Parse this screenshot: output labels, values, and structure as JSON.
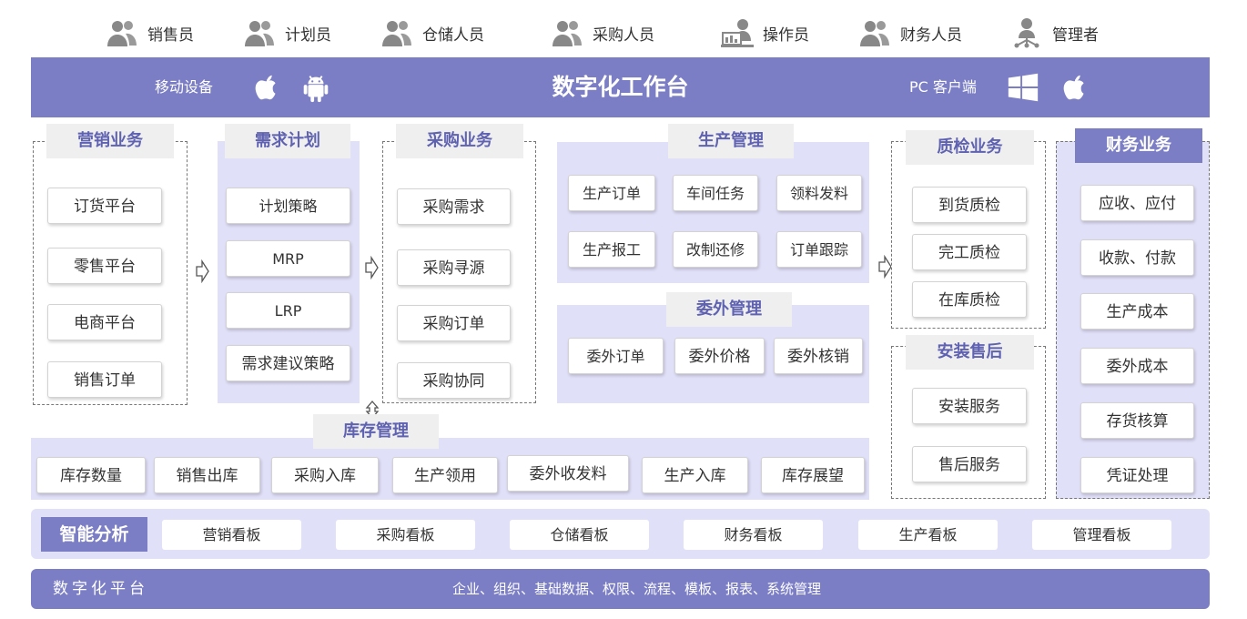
{
  "roles": [
    "销售员",
    "计划员",
    "仓储人员",
    "采购人员",
    "操作员",
    "财务人员",
    "管理者"
  ],
  "workbench": {
    "title": "数字化工作台",
    "mobile_label": "移动设备",
    "pc_label": "PC 客户端",
    "icons": [
      "apple-icon",
      "android-icon",
      "windows-icon",
      "apple-icon"
    ]
  },
  "marketing": {
    "title": "营销业务",
    "items": [
      "订货平台",
      "零售平台",
      "电商平台",
      "销售订单"
    ]
  },
  "demand": {
    "title": "需求计划",
    "items": [
      "计划策略",
      "MRP",
      "LRP",
      "需求建议策略"
    ]
  },
  "purchase": {
    "title": "采购业务",
    "items": [
      "采购需求",
      "采购寻源",
      "采购订单",
      "采购协同"
    ]
  },
  "production": {
    "title": "生产管理",
    "items": [
      "生产订单",
      "车间任务",
      "领料发料",
      "生产报工",
      "改制还修",
      "订单跟踪"
    ]
  },
  "outsourcing": {
    "title": "委外管理",
    "items": [
      "委外订单",
      "委外价格",
      "委外核销"
    ]
  },
  "quality": {
    "title": "质检业务",
    "items": [
      "到货质检",
      "完工质检",
      "在库质检"
    ]
  },
  "after_sales": {
    "title": "安装售后",
    "items": [
      "安装服务",
      "售后服务"
    ]
  },
  "finance": {
    "title": "财务业务",
    "items": [
      "应收、应付",
      "收款、付款",
      "生产成本",
      "委外成本",
      "存货核算",
      "凭证处理"
    ]
  },
  "inventory": {
    "title": "库存管理",
    "items": [
      "库存数量",
      "销售出库",
      "采购入库",
      "生产领用",
      "委外收发料",
      "生产入库",
      "库存展望"
    ]
  },
  "analysis": {
    "title": "智能分析",
    "boards": [
      "营销看板",
      "采购看板",
      "仓储看板",
      "财务看板",
      "生产看板",
      "管理看板"
    ]
  },
  "platform": {
    "title": "数字化平台",
    "content": "企业、组织、基础数据、权限、流程、模板、报表、系统管理"
  },
  "colors": {
    "primary": "#7b7ec4",
    "lavender": "#e1e0f9",
    "header_text": "#5f62b1"
  }
}
